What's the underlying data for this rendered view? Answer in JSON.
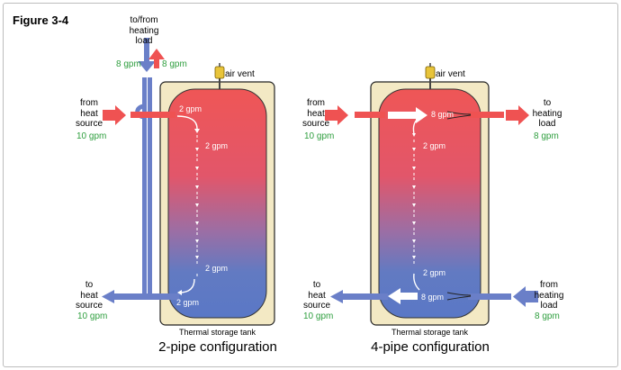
{
  "figure_label": "Figure 3-4",
  "colors": {
    "hot": "#ef5252",
    "cold": "#5e78c4",
    "tank_shell": "#f3e9c4",
    "flow_text": "#2e9e3e"
  },
  "left": {
    "config_title": "2-pipe configuration",
    "tank_label": "Thermal storage tank",
    "air_vent": "air vent",
    "top_load_label": [
      "to/from",
      "heating",
      "load"
    ],
    "top_flow_left": "8 gpm",
    "top_flow_right": "8 gpm",
    "from_source_label": [
      "from",
      "heat",
      "source"
    ],
    "from_source_flow": "10 gpm",
    "to_source_label": [
      "to",
      "heat",
      "source"
    ],
    "to_source_flow": "10 gpm",
    "inlet_flow": "2 gpm",
    "upper_flow": "2 gpm",
    "lower_flow": "2 gpm",
    "outlet_flow": "2 gpm"
  },
  "right": {
    "config_title": "4-pipe configuration",
    "tank_label": "Thermal storage tank",
    "air_vent": "air vent",
    "from_source_label": [
      "from",
      "heat",
      "source"
    ],
    "from_source_flow": "10 gpm",
    "to_load_label": [
      "to",
      "heating",
      "load"
    ],
    "to_load_flow": "8 gpm",
    "to_source_label": [
      "to",
      "heat",
      "source"
    ],
    "to_source_flow": "10 gpm",
    "from_load_label": [
      "from",
      "heating",
      "load"
    ],
    "from_load_flow": "8 gpm",
    "top_arrow_flow": "8 gpm",
    "upper_flow": "2 gpm",
    "lower_flow": "2 gpm",
    "bottom_arrow_flow": "8 gpm"
  }
}
